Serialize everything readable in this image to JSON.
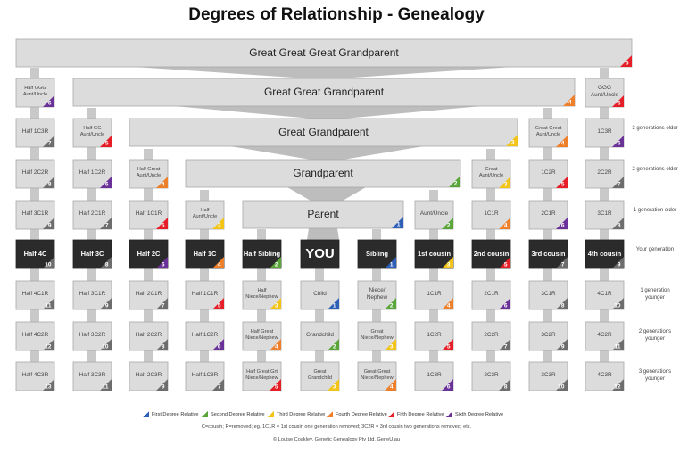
{
  "title": "Degrees of Relationship - Genealogy",
  "colors": {
    "1": "#2c5fb5",
    "2": "#5aa53a",
    "3": "#f2c418",
    "4": "#ee7f2b",
    "5": "#e51e28",
    "6": "#6a3299",
    "7": "#6d6d6d",
    "8": "#6d6d6d",
    "9": "#6d6d6d",
    "10": "#6d6d6d",
    "11": "#6d6d6d",
    "12": "#6d6d6d",
    "13": "#6d6d6d"
  },
  "wide_boxes": [
    {
      "id": "great-great-great-grandparent",
      "label": "Great Great Great Grandparent",
      "degree": "5"
    },
    {
      "id": "great-great-grandparent",
      "label": "Great Great Grandparent",
      "degree": "4"
    },
    {
      "id": "great-grandparent",
      "label": "Great Grandparent",
      "degree": "3"
    },
    {
      "id": "grandparent",
      "label": "Grandparent",
      "degree": "2"
    },
    {
      "id": "parent",
      "label": "Parent",
      "degree": "1"
    }
  ],
  "cells": [
    {
      "col": 0,
      "row": 1,
      "label": "Half GGG Aunt/Uncle",
      "degree": "6"
    },
    {
      "col": 10,
      "row": 1,
      "label": "GGG Aunt/Uncle",
      "degree": "5"
    },
    {
      "col": 0,
      "row": 2,
      "label": "Half 1C3R",
      "degree": "7"
    },
    {
      "col": 1,
      "row": 2,
      "label": "Half GG Aunt/Uncle",
      "degree": "5"
    },
    {
      "col": 9,
      "row": 2,
      "label": "Great Great Aunt/Uncle",
      "degree": "4"
    },
    {
      "col": 10,
      "row": 2,
      "label": "1C3R",
      "degree": "6"
    },
    {
      "col": 0,
      "row": 3,
      "label": "Half 2C2R",
      "degree": "8"
    },
    {
      "col": 1,
      "row": 3,
      "label": "Half 1C2R",
      "degree": "6"
    },
    {
      "col": 2,
      "row": 3,
      "label": "Half Great Aunt/Uncle",
      "degree": "4"
    },
    {
      "col": 8,
      "row": 3,
      "label": "Great Aunt/Uncle",
      "degree": "3"
    },
    {
      "col": 9,
      "row": 3,
      "label": "1C2R",
      "degree": "5"
    },
    {
      "col": 10,
      "row": 3,
      "label": "2C2R",
      "degree": "7"
    },
    {
      "col": 0,
      "row": 4,
      "label": "Half 3C1R",
      "degree": "9"
    },
    {
      "col": 1,
      "row": 4,
      "label": "Half 2C1R",
      "degree": "7"
    },
    {
      "col": 2,
      "row": 4,
      "label": "Half 1C1R",
      "degree": "5"
    },
    {
      "col": 3,
      "row": 4,
      "label": "Half Aunt/Uncle",
      "degree": "3"
    },
    {
      "col": 7,
      "row": 4,
      "label": "Aunt/Uncle",
      "degree": "2"
    },
    {
      "col": 8,
      "row": 4,
      "label": "1C1R",
      "degree": "4"
    },
    {
      "col": 9,
      "row": 4,
      "label": "2C1R",
      "degree": "6"
    },
    {
      "col": 10,
      "row": 4,
      "label": "3C1R",
      "degree": "8"
    },
    {
      "col": 0,
      "row": 5,
      "label": "Half 4C",
      "degree": "10",
      "dark": true
    },
    {
      "col": 1,
      "row": 5,
      "label": "Half 3C",
      "degree": "8",
      "dark": true
    },
    {
      "col": 2,
      "row": 5,
      "label": "Half 2C",
      "degree": "6",
      "dark": true
    },
    {
      "col": 3,
      "row": 5,
      "label": "Half 1C",
      "degree": "4",
      "dark": true
    },
    {
      "col": 4,
      "row": 5,
      "label": "Half Sibling",
      "degree": "2",
      "dark": true
    },
    {
      "col": 5,
      "row": 5,
      "label": "YOU",
      "degree": "",
      "dark": true,
      "you": true
    },
    {
      "col": 6,
      "row": 5,
      "label": "Sibling",
      "degree": "1",
      "dark": true
    },
    {
      "col": 7,
      "row": 5,
      "label": "1st cousin",
      "degree": "3",
      "dark": true
    },
    {
      "col": 8,
      "row": 5,
      "label": "2nd cousin",
      "degree": "5",
      "dark": true
    },
    {
      "col": 9,
      "row": 5,
      "label": "3rd cousin",
      "degree": "7",
      "dark": true
    },
    {
      "col": 10,
      "row": 5,
      "label": "4th cousin",
      "degree": "9",
      "dark": true
    },
    {
      "col": 0,
      "row": 6,
      "label": "Half 4C1R",
      "degree": "11"
    },
    {
      "col": 1,
      "row": 6,
      "label": "Half 3C1R",
      "degree": "9"
    },
    {
      "col": 2,
      "row": 6,
      "label": "Half 2C1R",
      "degree": "7"
    },
    {
      "col": 3,
      "row": 6,
      "label": "Half 1C1R",
      "degree": "5"
    },
    {
      "col": 4,
      "row": 6,
      "label": "Half Niece/Nephew",
      "degree": "3"
    },
    {
      "col": 5,
      "row": 6,
      "label": "Child",
      "degree": "1"
    },
    {
      "col": 6,
      "row": 6,
      "label": "Niece/ Nephew",
      "degree": "2"
    },
    {
      "col": 7,
      "row": 6,
      "label": "1C1R",
      "degree": "4"
    },
    {
      "col": 8,
      "row": 6,
      "label": "2C1R",
      "degree": "6"
    },
    {
      "col": 9,
      "row": 6,
      "label": "3C1R",
      "degree": "8"
    },
    {
      "col": 10,
      "row": 6,
      "label": "4C1R",
      "degree": "10"
    },
    {
      "col": 0,
      "row": 7,
      "label": "Half 4C2R",
      "degree": "12"
    },
    {
      "col": 1,
      "row": 7,
      "label": "Half 3C2R",
      "degree": "10"
    },
    {
      "col": 2,
      "row": 7,
      "label": "Half 2C2R",
      "degree": "8"
    },
    {
      "col": 3,
      "row": 7,
      "label": "Half 1C2R",
      "degree": "6"
    },
    {
      "col": 4,
      "row": 7,
      "label": "Half Great Niece/Nephew",
      "degree": "4"
    },
    {
      "col": 5,
      "row": 7,
      "label": "Grandchild",
      "degree": "2"
    },
    {
      "col": 6,
      "row": 7,
      "label": "Great Niece/Nephew",
      "degree": "3"
    },
    {
      "col": 7,
      "row": 7,
      "label": "1C2R",
      "degree": "5"
    },
    {
      "col": 8,
      "row": 7,
      "label": "2C2R",
      "degree": "7"
    },
    {
      "col": 9,
      "row": 7,
      "label": "3C2R",
      "degree": "9"
    },
    {
      "col": 10,
      "row": 7,
      "label": "4C2R",
      "degree": "11"
    },
    {
      "col": 0,
      "row": 8,
      "label": "Half 4C3R",
      "degree": "13"
    },
    {
      "col": 1,
      "row": 8,
      "label": "Half 3C3R",
      "degree": "11"
    },
    {
      "col": 2,
      "row": 8,
      "label": "Half 2C3R",
      "degree": "9"
    },
    {
      "col": 3,
      "row": 8,
      "label": "Half 1C3R",
      "degree": "7"
    },
    {
      "col": 4,
      "row": 8,
      "label": "Half Great Grt Niece/Nephew",
      "degree": "5"
    },
    {
      "col": 5,
      "row": 8,
      "label": "Great Grandchild",
      "degree": "3"
    },
    {
      "col": 6,
      "row": 8,
      "label": "Great Great Niece/Nephew",
      "degree": "4"
    },
    {
      "col": 7,
      "row": 8,
      "label": "1C3R",
      "degree": "6"
    },
    {
      "col": 8,
      "row": 8,
      "label": "2C3R",
      "degree": "8"
    },
    {
      "col": 9,
      "row": 8,
      "label": "3C3R",
      "degree": "10"
    },
    {
      "col": 10,
      "row": 8,
      "label": "4C3R",
      "degree": "12"
    }
  ],
  "side_notes": [
    {
      "row": 2,
      "text": "3 generations older"
    },
    {
      "row": 3,
      "text": "2 generations older"
    },
    {
      "row": 4,
      "text": "1 generation older"
    },
    {
      "row": 5,
      "text": "Your generation"
    },
    {
      "row": 6,
      "text": "1 generation younger"
    },
    {
      "row": 7,
      "text": "2 generations younger"
    },
    {
      "row": 8,
      "text": "3 generations younger"
    }
  ],
  "legend": [
    {
      "num": "1",
      "label": "First Degree Relative"
    },
    {
      "num": "2",
      "label": "Second Degree Relative"
    },
    {
      "num": "3",
      "label": "Third Degree Relative"
    },
    {
      "num": "4",
      "label": "Fourth Degree Relative"
    },
    {
      "num": "5",
      "label": "Fifth Degree Relative"
    },
    {
      "num": "6",
      "label": "Sixth Degree Relative"
    }
  ],
  "footnote": "C=cousin; R=removed; eg. 1C1R = 1st cousin one generation removed; 3C2R = 3rd cousin two generations removed; etc.",
  "credit": "© Louise Coakley, Genetic Genealogy Pty Ltd, GeneU.au"
}
